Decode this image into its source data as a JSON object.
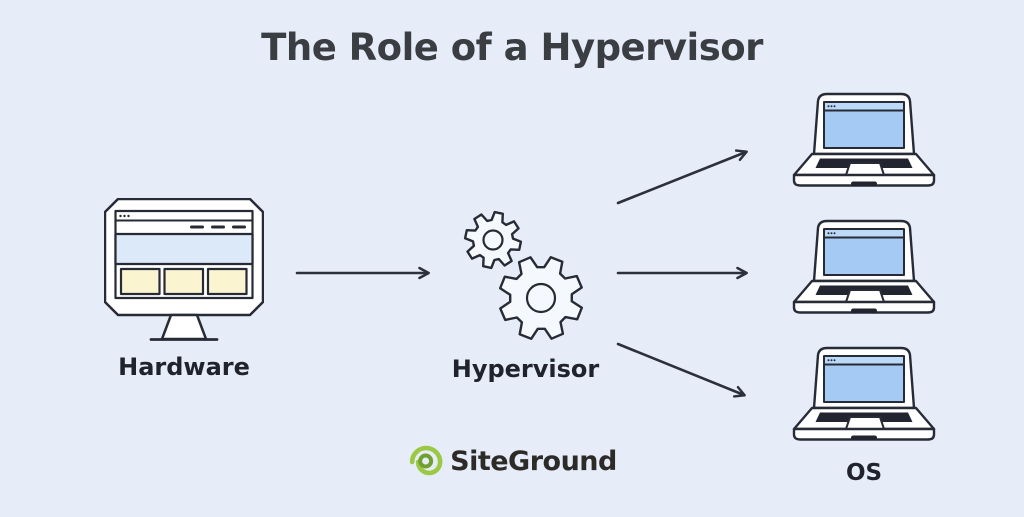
{
  "title": "The Role of a Hypervisor",
  "nodes": {
    "hardware": {
      "label": "Hardware"
    },
    "hypervisor": {
      "label": "Hypervisor"
    },
    "os": {
      "label": "OS"
    }
  },
  "edges": [
    {
      "from": "Hardware",
      "to": "Hypervisor"
    },
    {
      "from": "Hypervisor",
      "to": "OS",
      "branch": 1
    },
    {
      "from": "Hypervisor",
      "to": "OS",
      "branch": 2
    },
    {
      "from": "Hypervisor",
      "to": "OS",
      "branch": 3
    }
  ],
  "logo": {
    "text": "SiteGround"
  },
  "icons": [
    "monitor-icon",
    "small-gear-icon",
    "large-gear-icon",
    "laptop-icon",
    "siteground-spiral-icon"
  ],
  "colors": {
    "bg": "#e7ecf9",
    "white": "#ffffff",
    "outline": "#272b36",
    "arrow": "#2b303b",
    "title_text": "#3a3d42",
    "label_text": "#20232c",
    "monitor_screen": "#dce9f8",
    "monitor_panel": "#fbf4d0",
    "laptop_screen": "#a5caf3",
    "laptop_topbar": "#bdd9f8",
    "keyboard_dark": "#22252f",
    "gear_fill": "#f5f8fc",
    "logo_green": "#9bc943",
    "logo_green_dark": "#70a02f",
    "logo_text": "#2d2b28"
  }
}
